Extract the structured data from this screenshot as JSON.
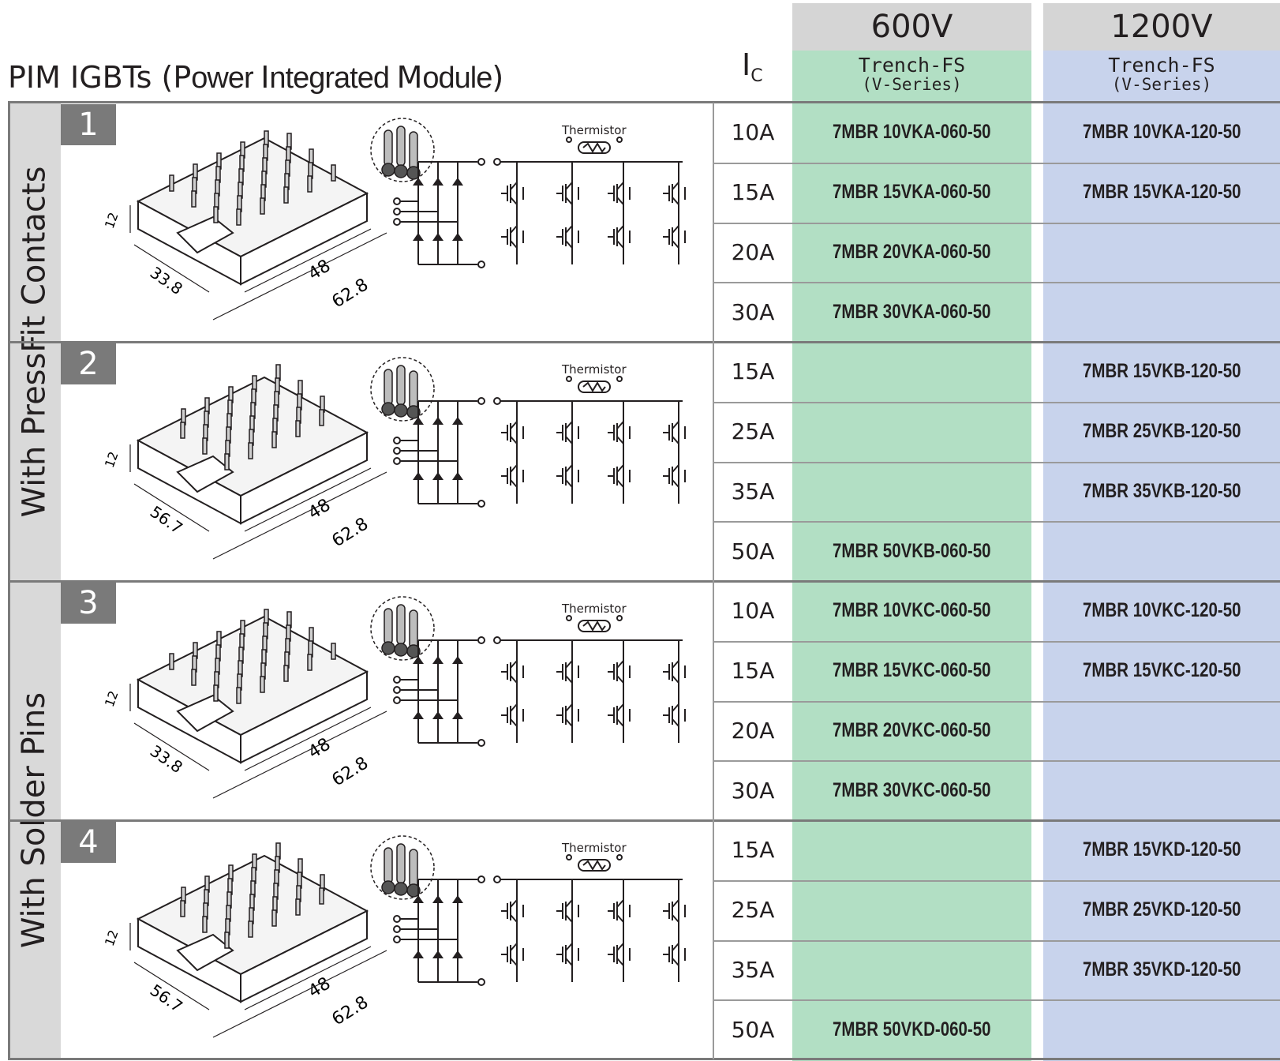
{
  "title": {
    "main": "PIM IGBTs",
    "open": "(",
    "p1": "P",
    "p1r": "ower ",
    "p2": "I",
    "p2r": "ntegrated ",
    "p3": "M",
    "p3r": "odule",
    "close": ")"
  },
  "ic_header": {
    "main": "I",
    "sub": "C"
  },
  "columns": [
    {
      "voltage": "600V",
      "tech": "Trench-FS",
      "series": "(V-Series)",
      "color": "#b2dfc4"
    },
    {
      "voltage": "1200V",
      "tech": "Trench-FS",
      "series": "(V-Series)",
      "color": "#c8d3ec"
    }
  ],
  "groups": [
    {
      "label": "With PressFit Contacts"
    },
    {
      "label": "With Solder Pins"
    }
  ],
  "thermistor_label": "Thermistor",
  "dimension_labels": {
    "height": "12",
    "width_small": "33.8",
    "width_large": "56.7",
    "depth": "48",
    "length": "62.8"
  },
  "modules": [
    {
      "number": "1",
      "dims": [
        "12",
        "33.8",
        "48",
        "62.8"
      ],
      "rows": [
        {
          "current": "10A",
          "v600": "7MBR 10VKA-060-50",
          "v1200": "7MBR 10VKA-120-50"
        },
        {
          "current": "15A",
          "v600": "7MBR 15VKA-060-50",
          "v1200": "7MBR 15VKA-120-50"
        },
        {
          "current": "20A",
          "v600": "7MBR 20VKA-060-50",
          "v1200": ""
        },
        {
          "current": "30A",
          "v600": "7MBR 30VKA-060-50",
          "v1200": ""
        }
      ]
    },
    {
      "number": "2",
      "dims": [
        "12",
        "56.7",
        "48",
        "62.8"
      ],
      "rows": [
        {
          "current": "15A",
          "v600": "",
          "v1200": "7MBR 15VKB-120-50"
        },
        {
          "current": "25A",
          "v600": "",
          "v1200": "7MBR 25VKB-120-50"
        },
        {
          "current": "35A",
          "v600": "",
          "v1200": "7MBR 35VKB-120-50"
        },
        {
          "current": "50A",
          "v600": "7MBR 50VKB-060-50",
          "v1200": ""
        }
      ]
    },
    {
      "number": "3",
      "dims": [
        "12",
        "33.8",
        "48",
        "62.8"
      ],
      "rows": [
        {
          "current": "10A",
          "v600": "7MBR 10VKC-060-50",
          "v1200": "7MBR 10VKC-120-50"
        },
        {
          "current": "15A",
          "v600": "7MBR 15VKC-060-50",
          "v1200": "7MBR 15VKC-120-50"
        },
        {
          "current": "20A",
          "v600": "7MBR 20VKC-060-50",
          "v1200": ""
        },
        {
          "current": "30A",
          "v600": "7MBR 30VKC-060-50",
          "v1200": ""
        }
      ]
    },
    {
      "number": "4",
      "dims": [
        "12",
        "56.7",
        "48",
        "62.8"
      ],
      "rows": [
        {
          "current": "15A",
          "v600": "",
          "v1200": "7MBR 15VKD-120-50"
        },
        {
          "current": "25A",
          "v600": "",
          "v1200": "7MBR 25VKD-120-50"
        },
        {
          "current": "35A",
          "v600": "",
          "v1200": "7MBR 35VKD-120-50"
        },
        {
          "current": "50A",
          "v600": "7MBR 50VKD-060-50",
          "v1200": ""
        }
      ]
    }
  ]
}
